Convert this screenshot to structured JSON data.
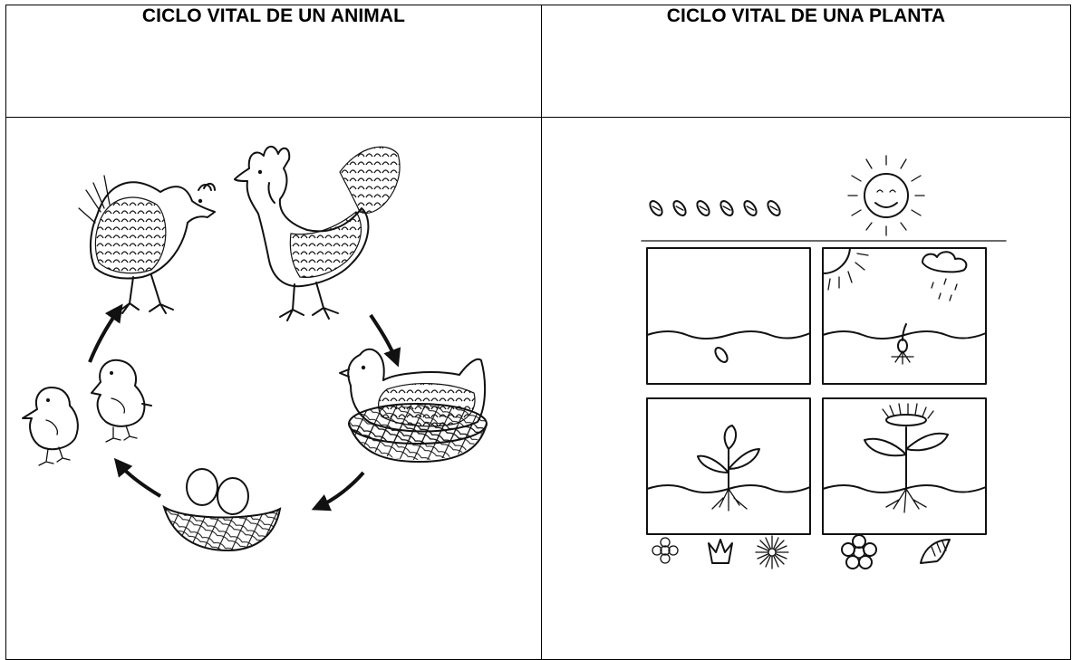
{
  "table": {
    "headers": [
      {
        "label": "CICLO VITAL DE UN ANIMAL"
      },
      {
        "label": "CICLO VITAL DE UNA PLANTA"
      }
    ]
  },
  "animal_cycle": {
    "stages": [
      "hen-and-rooster",
      "hen-on-nest",
      "eggs-in-nest",
      "chicks"
    ],
    "icons": [
      "hen-icon",
      "rooster-icon",
      "nesting-hen-icon",
      "eggs-nest-icon",
      "chick-icon",
      "cycle-arrow-icon"
    ]
  },
  "plant_cycle": {
    "stages": [
      "seed-in-soil",
      "sprouting-seed",
      "young-plant",
      "flowering-plant"
    ],
    "icons": [
      "seed-icon",
      "sun-icon",
      "rain-cloud-icon",
      "sprout-icon",
      "flower-icon"
    ]
  }
}
